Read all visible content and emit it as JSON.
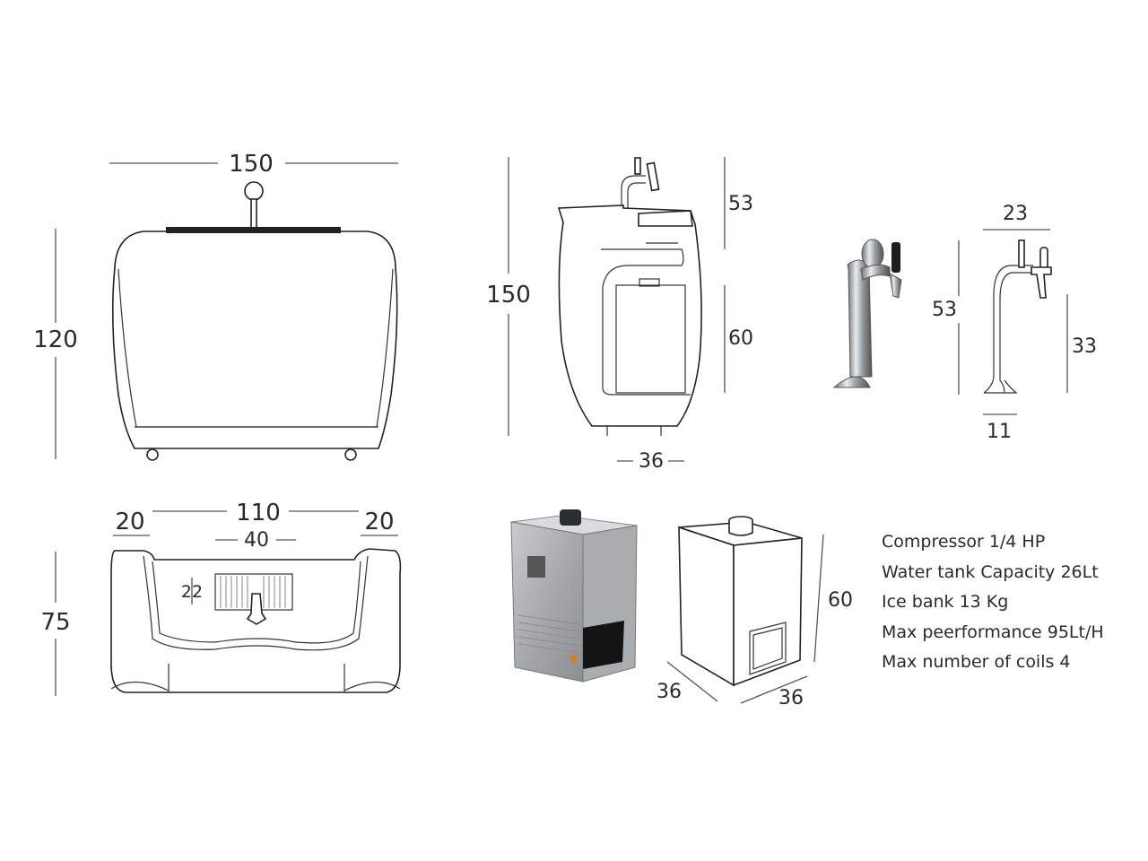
{
  "front": {
    "width": "150",
    "height": "120"
  },
  "side": {
    "height": "150",
    "top": "53",
    "bottom": "60",
    "depth": "36"
  },
  "tap": {
    "width": "23",
    "height": "53",
    "lower": "33",
    "base": "11"
  },
  "plan": {
    "left": "20",
    "middle": "110",
    "right": "20",
    "inner": "40",
    "small": "22",
    "depth": "75"
  },
  "box": {
    "height": "60",
    "width": "36",
    "depth": "36"
  },
  "specs": [
    "Compressor 1/4 HP",
    "Water tank Capacity 26Lt",
    "Ice bank 13 Kg",
    "Max peerformance 95Lt/H",
    "Max number of coils 4"
  ]
}
